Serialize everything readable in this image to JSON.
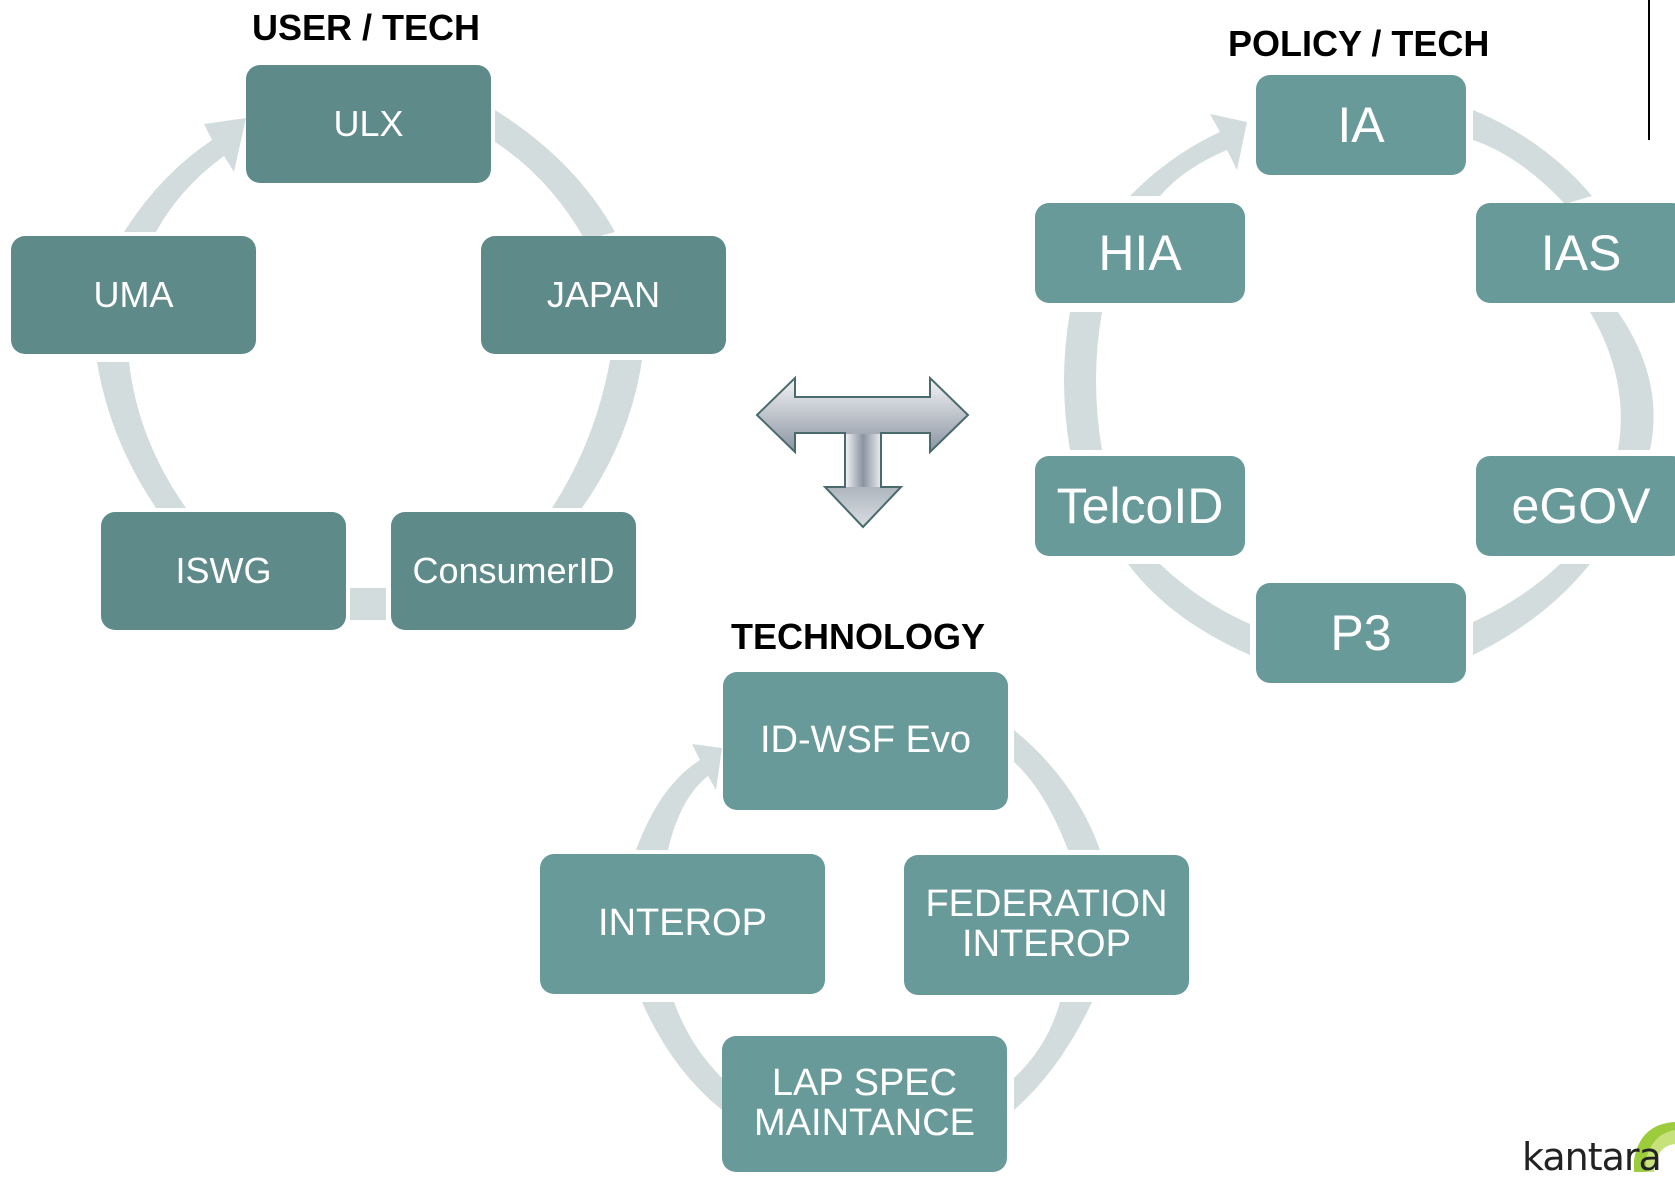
{
  "colors": {
    "box_dark": "#5f8a8a",
    "box_light": "#699a9a",
    "cycle_arrow": "#d3dcdc",
    "heading": "#000000",
    "logo_green": "#9ccc3c"
  },
  "clusters": {
    "user_tech": {
      "heading": "USER / TECH",
      "nodes": [
        "ULX",
        "JAPAN",
        "ConsumerID",
        "ISWG",
        "UMA"
      ]
    },
    "policy_tech": {
      "heading": "POLICY / TECH",
      "nodes": [
        "IA",
        "IAS",
        "eGOV",
        "P3",
        "TelcoID",
        "HIA"
      ]
    },
    "technology": {
      "heading": "TECHNOLOGY",
      "nodes": {
        "top": "ID-WSF Evo",
        "right": [
          "FEDERATION",
          "INTEROP"
        ],
        "bottom": [
          "LAP SPEC",
          "MAINTANCE"
        ],
        "left": "INTEROP"
      }
    }
  },
  "center_connector": {
    "icon": "three-way-arrow-icon"
  },
  "logo": {
    "text": "kantara",
    "icon": "kantara-logo-icon"
  }
}
